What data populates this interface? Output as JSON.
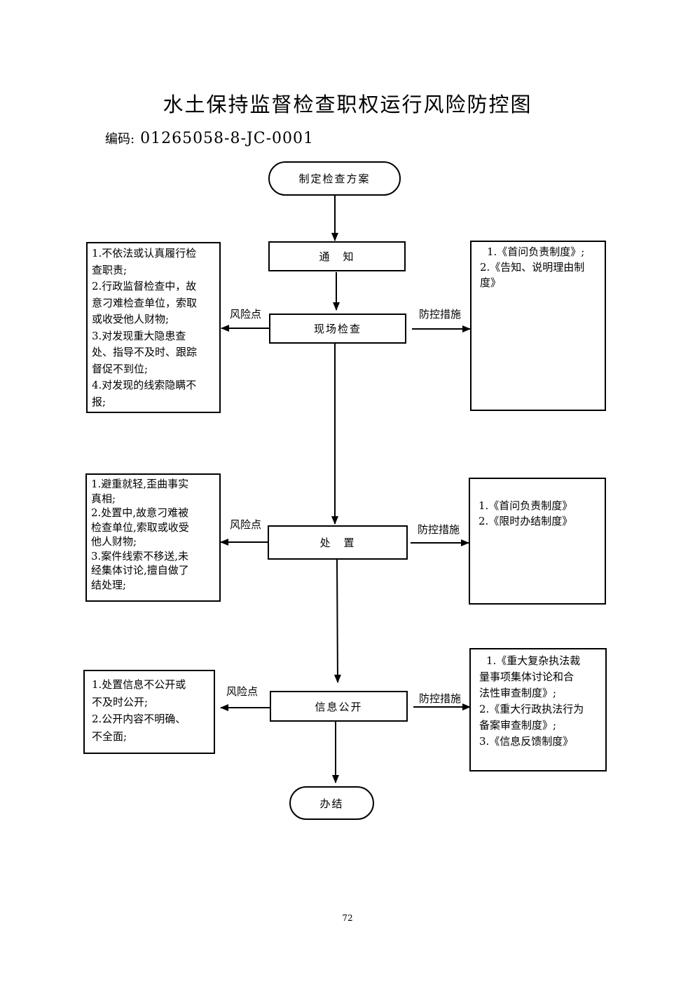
{
  "title": "水土保持监督检查职权运行风险防控图",
  "code": {
    "label": "编码:",
    "value": "01265058-8-JC-0001"
  },
  "nodes": {
    "start": "制定检查方案",
    "notify": "通　知",
    "inspect": "现场检查",
    "handle": "处　置",
    "publish": "信息公开",
    "end": "办结"
  },
  "edge_labels": {
    "risk": "风险点",
    "control": "防控措施"
  },
  "risks": {
    "inspect": [
      "1.不依法或认真履行检",
      "查职责;",
      "2.行政监督检查中，故",
      "意刁难检查单位，索取",
      "或收受他人财物;",
      "3.对发现重大隐患查",
      "处、指导不及时、跟踪",
      "督促不到位;",
      "4.对发现的线索隐瞒不",
      "报;"
    ],
    "handle": [
      "1.避重就轻,歪曲事实",
      "真相;",
      "2.处置中,故意刁难被",
      "检查单位,索取或收受",
      "他人财物;",
      "3.案件线索不移送,未",
      "经集体讨论,擅自做了",
      "结处理;"
    ],
    "publish": [
      "1.处置信息不公开或",
      "不及时公开;",
      "2.公开内容不明确、",
      "不全面;"
    ]
  },
  "controls": {
    "inspect": [
      "1.《首问负责制度》;",
      "",
      "2.《告知、说明理由制",
      "度》"
    ],
    "handle": [
      "1.《首问负责制度》",
      "",
      "2.《限时办结制度》"
    ],
    "publish": [
      "1.《重大复杂执法裁",
      "量事项集体讨论和合",
      "法性审查制度》;",
      "2.《重大行政执法行为",
      "备案审查制度》;",
      "3.《信息反馈制度》"
    ]
  },
  "page_number": "72"
}
